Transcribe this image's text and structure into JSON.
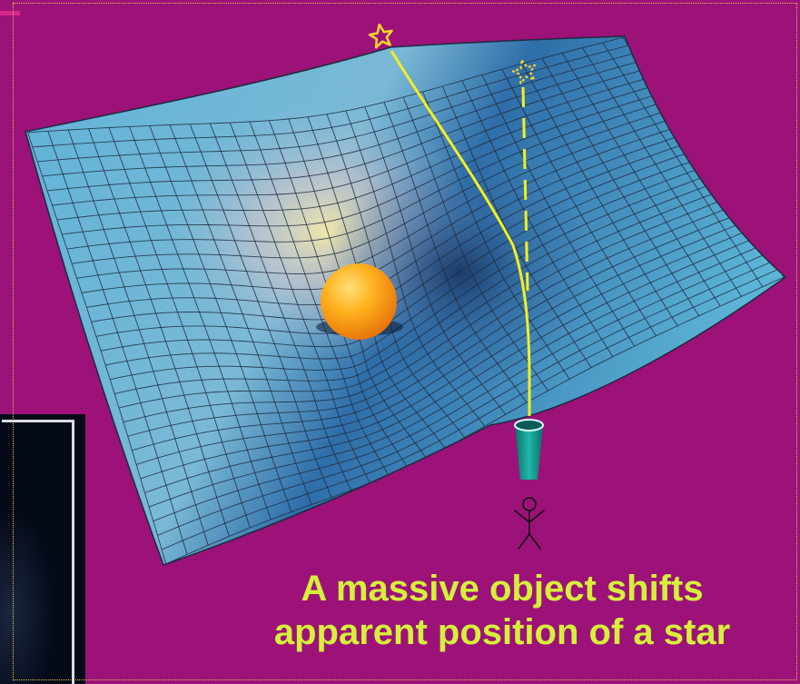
{
  "caption": {
    "line1": "A massive object shifts",
    "line2": "apparent position of a star"
  },
  "colors": {
    "background": "#9c1279",
    "caption": "#d6f03a",
    "light_path": "#f2ef22",
    "grid_line": "#1d2a40",
    "star_outline": "#f2d62a",
    "mass_center": "#ffb21e"
  },
  "elements": {
    "true_star": "star-outline-icon",
    "apparent_star": "star-dotted-outline-icon",
    "mass": "orange-sphere",
    "telescope": "telescope-icon",
    "observer": "stick-figure-icon"
  }
}
